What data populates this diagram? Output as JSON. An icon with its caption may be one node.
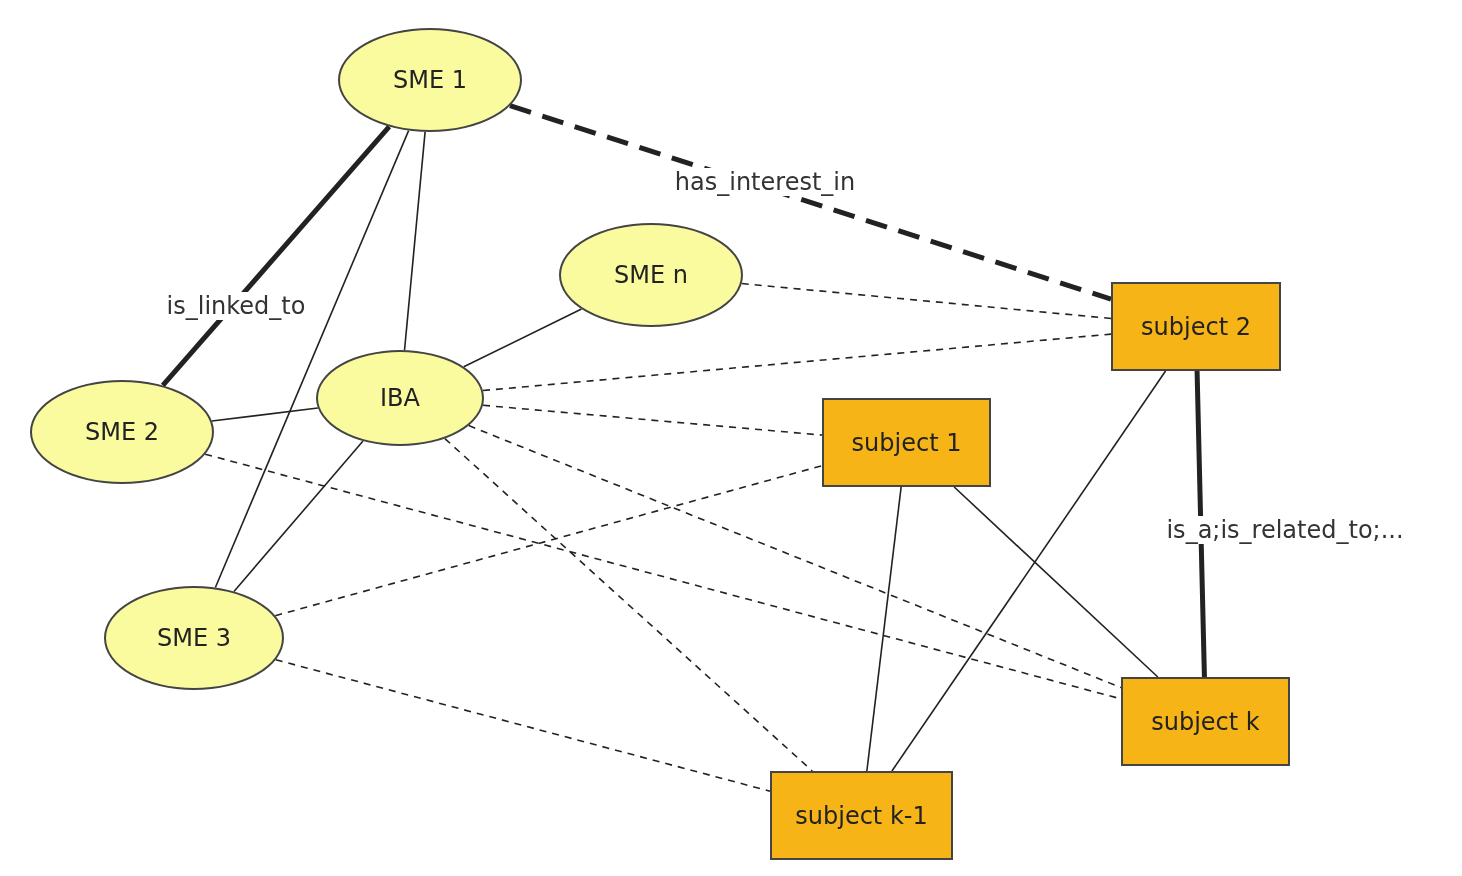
{
  "diagram": {
    "nodes": [
      {
        "text": [
          "SME 1"
        ]
      },
      {
        "text": [
          "SME n"
        ]
      },
      {
        "text": [
          "SME 2"
        ]
      },
      {
        "text": [
          "IBA"
        ]
      },
      {
        "text": [
          "SME 3"
        ]
      },
      {
        "text": [
          "subject 2"
        ]
      },
      {
        "text": [
          "subject 1"
        ]
      },
      {
        "text": [
          "subject k"
        ]
      },
      {
        "text": [
          "subject k-1"
        ]
      }
    ],
    "edges": [
      {
        "from": 0,
        "to": 5,
        "arrow": "none",
        "label": "has_interest_in",
        "style": "dashed"
      },
      {
        "from": 0,
        "to": 2,
        "arrow": "none",
        "label": "is_linked_to",
        "style": "thick"
      },
      {
        "from": 0,
        "to": 4,
        "arrow": "none"
      },
      {
        "from": 0,
        "to": 3,
        "arrow": "none"
      },
      {
        "from": 1,
        "to": 3,
        "arrow": "none"
      },
      {
        "from": 2,
        "to": 3,
        "arrow": "none"
      },
      {
        "from": 3,
        "to": 4,
        "arrow": "none"
      },
      {
        "from": 1,
        "to": 5,
        "arrow": "none",
        "style": "dashed"
      },
      {
        "from": 3,
        "to": 5,
        "arrow": "none",
        "style": "dashed"
      },
      {
        "from": 3,
        "to": 6,
        "arrow": "none",
        "style": "dashed"
      },
      {
        "from": 3,
        "to": 7,
        "arrow": "none",
        "style": "dashed"
      },
      {
        "from": 3,
        "to": 8,
        "arrow": "none",
        "style": "dashed"
      },
      {
        "from": 2,
        "to": 7,
        "arrow": "none",
        "style": "dashed"
      },
      {
        "from": 4,
        "to": 6,
        "arrow": "none",
        "style": "dashed"
      },
      {
        "from": 4,
        "to": 8,
        "arrow": "none",
        "style": "dashed"
      },
      {
        "from": 6,
        "to": 8,
        "arrow": "none"
      },
      {
        "from": 6,
        "to": 7,
        "arrow": "none"
      },
      {
        "from": 5,
        "to": 8,
        "arrow": "none"
      },
      {
        "from": 5,
        "to": 7,
        "arrow": "none",
        "label": "is_a;is_related_to;...",
        "style": "thick"
      }
    ]
  }
}
